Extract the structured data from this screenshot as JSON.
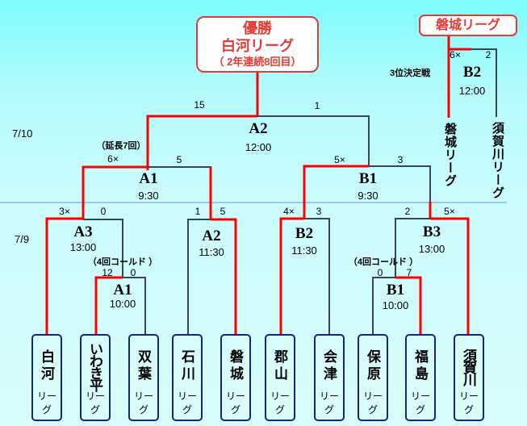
{
  "title": "大会トーナメント表",
  "winner": {
    "label": "優勝",
    "team": "白河リーグ",
    "note": "（ 2年連続8回目）"
  },
  "third_place": {
    "winner_team": "磐城リーグ",
    "label": "3位決定戦",
    "game": "B2",
    "time": "12:00",
    "scores": [
      "6×",
      "2"
    ],
    "teams": [
      "磐城リーグ",
      "須賀川リーグ"
    ]
  },
  "dates": {
    "day2": "7/10",
    "day1": "7/9"
  },
  "final": {
    "game": "A2",
    "time": "12:00",
    "scores": [
      "15",
      "1"
    ]
  },
  "semis": [
    {
      "game": "A1",
      "time": "9:30",
      "scores": [
        "6×",
        "5"
      ],
      "note": "（延長7回）"
    },
    {
      "game": "B1",
      "time": "9:30",
      "scores": [
        "5×",
        "3"
      ]
    }
  ],
  "day1_games": [
    {
      "game": "A3",
      "time": "13:00",
      "scores": [
        "3×",
        "0"
      ]
    },
    {
      "game": "A1",
      "time": "10:00",
      "scores": [
        "12",
        "0"
      ],
      "note": "（4回コールド ）"
    },
    {
      "game": "A2",
      "time": "11:30",
      "scores": [
        "1",
        "5"
      ]
    },
    {
      "game": "B2",
      "time": "11:30",
      "scores": [
        "4×",
        "3"
      ]
    },
    {
      "game": "B1",
      "time": "10:00",
      "scores": [
        "0",
        "7"
      ],
      "note": "（4回コールド ）"
    },
    {
      "game": "B3",
      "time": "13:00",
      "scores": [
        "2",
        "5×"
      ]
    }
  ],
  "teams": [
    {
      "name": "白河",
      "league": "リーグ"
    },
    {
      "name": "いわき平",
      "league": "リーグ"
    },
    {
      "name": "双葉",
      "league": "リーグ"
    },
    {
      "name": "石川",
      "league": "リーグ"
    },
    {
      "name": "磐城",
      "league": "リーグ"
    },
    {
      "name": "郡山",
      "league": "リーグ"
    },
    {
      "name": "会津",
      "league": "リーグ"
    },
    {
      "name": "保原",
      "league": "リーグ"
    },
    {
      "name": "福島",
      "league": "リーグ"
    },
    {
      "name": "須賀川",
      "league": "リーグ"
    }
  ],
  "colors": {
    "win_line": "#ff0000",
    "lose_line": "#37474f",
    "box_border": "#1a237e",
    "accent": "#e53935",
    "divider": "#5c7cfa"
  }
}
